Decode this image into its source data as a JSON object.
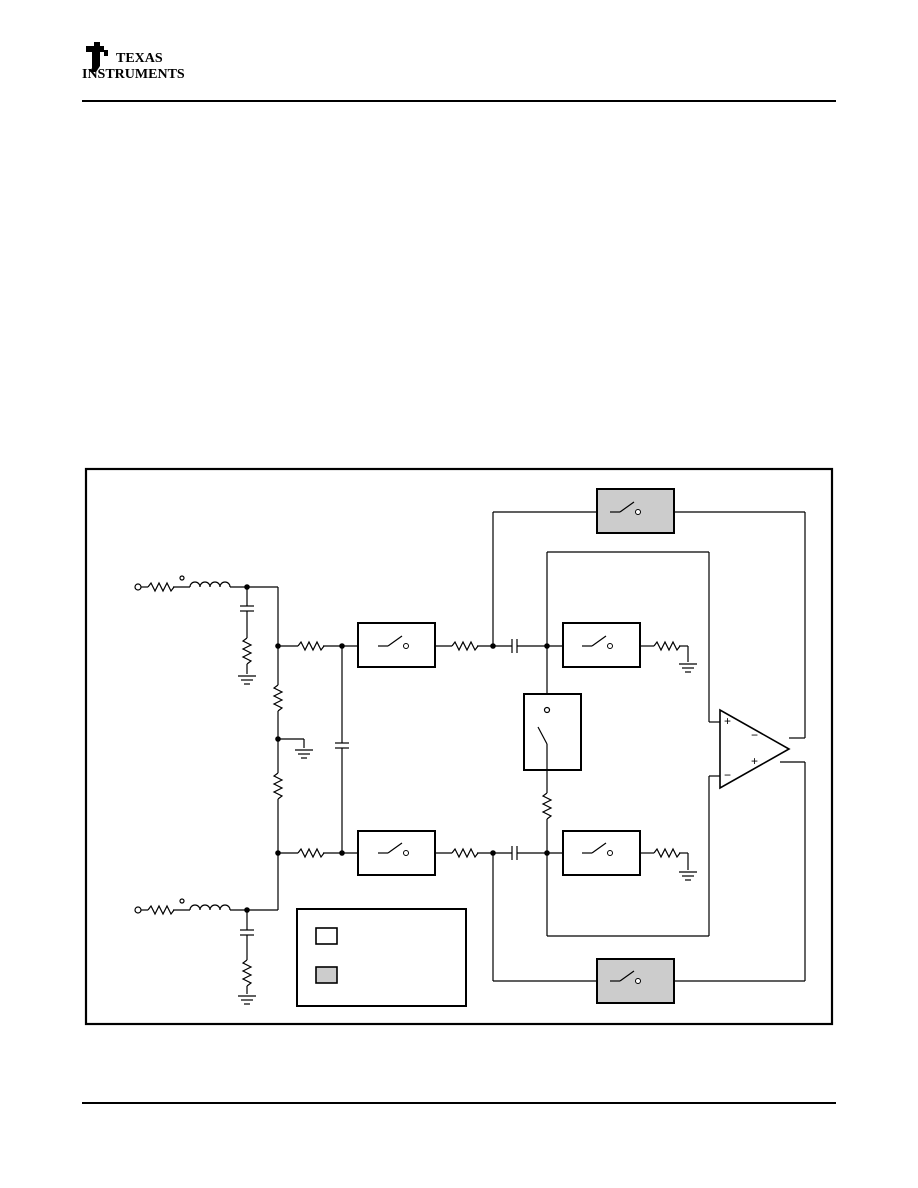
{
  "header": {
    "logo": {
      "icon": "ti-state-logo-icon",
      "line1": "TEXAS",
      "line2": "INSTRUMENTS"
    }
  },
  "diagram": {
    "type": "circuit-schematic",
    "colors": {
      "line": "#000000",
      "switch_fill_plain": "#ffffff",
      "switch_fill_shaded": "#cccccc"
    },
    "opamp_inputs": {
      "plus_top": "+",
      "minus_top": "−",
      "plus_out": "+",
      "minus_bottom": "−"
    }
  }
}
